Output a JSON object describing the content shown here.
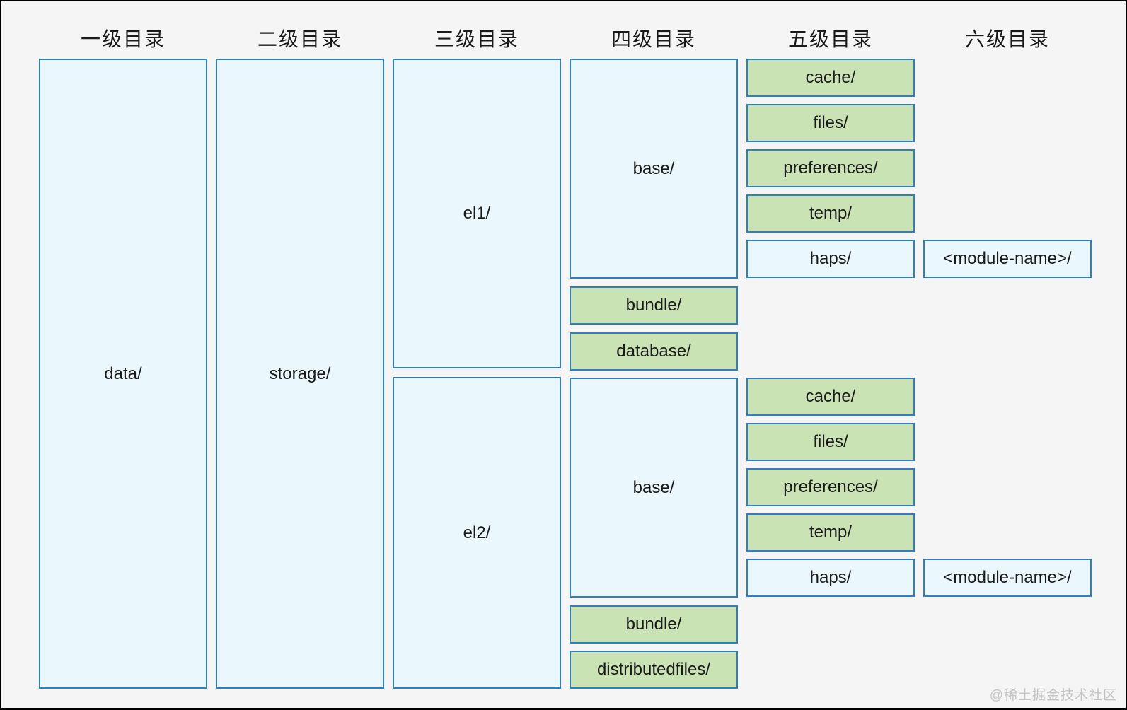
{
  "diagram": {
    "headers": [
      "一级目录",
      "二级目录",
      "三级目录",
      "四级目录",
      "五级目录",
      "六级目录"
    ],
    "boxes": [
      {
        "id": "data",
        "label": "data/",
        "level": 1,
        "fill": "blue"
      },
      {
        "id": "storage",
        "label": "storage/",
        "level": 2,
        "fill": "blue"
      },
      {
        "id": "el1",
        "label": "el1/",
        "level": 3,
        "fill": "blue"
      },
      {
        "id": "el2",
        "label": "el2/",
        "level": 3,
        "fill": "blue"
      },
      {
        "id": "el1-base",
        "label": "base/",
        "level": 4,
        "fill": "blue"
      },
      {
        "id": "el1-bundle",
        "label": "bundle/",
        "level": 4,
        "fill": "green"
      },
      {
        "id": "el1-database",
        "label": "database/",
        "level": 4,
        "fill": "green"
      },
      {
        "id": "el1-cache",
        "label": "cache/",
        "level": 5,
        "fill": "green"
      },
      {
        "id": "el1-files",
        "label": "files/",
        "level": 5,
        "fill": "green"
      },
      {
        "id": "el1-preferences",
        "label": "preferences/",
        "level": 5,
        "fill": "green"
      },
      {
        "id": "el1-temp",
        "label": "temp/",
        "level": 5,
        "fill": "green"
      },
      {
        "id": "el1-haps",
        "label": "haps/",
        "level": 5,
        "fill": "blue"
      },
      {
        "id": "el1-module",
        "label": "<module-name>/",
        "level": 6,
        "fill": "blue"
      },
      {
        "id": "el2-base",
        "label": "base/",
        "level": 4,
        "fill": "blue"
      },
      {
        "id": "el2-bundle",
        "label": "bundle/",
        "level": 4,
        "fill": "green"
      },
      {
        "id": "el2-distributedfiles",
        "label": "distributedfiles/",
        "level": 4,
        "fill": "green"
      },
      {
        "id": "el2-cache",
        "label": "cache/",
        "level": 5,
        "fill": "green"
      },
      {
        "id": "el2-files",
        "label": "files/",
        "level": 5,
        "fill": "green"
      },
      {
        "id": "el2-preferences",
        "label": "preferences/",
        "level": 5,
        "fill": "green"
      },
      {
        "id": "el2-temp",
        "label": "temp/",
        "level": 5,
        "fill": "green"
      },
      {
        "id": "el2-haps",
        "label": "haps/",
        "level": 5,
        "fill": "blue"
      },
      {
        "id": "el2-module",
        "label": "<module-name>/",
        "level": 6,
        "fill": "blue"
      }
    ],
    "watermark": "@稀土掘金技术社区"
  },
  "colors": {
    "background": "#f5f5f6",
    "frame_border": "#000000",
    "box_border": "#2e7fc1",
    "box_blue_fill": "#eaf7fd",
    "box_green_fill": "#c9e3b4",
    "text": "#1a1a1a",
    "watermark": "#c4c4c4"
  }
}
